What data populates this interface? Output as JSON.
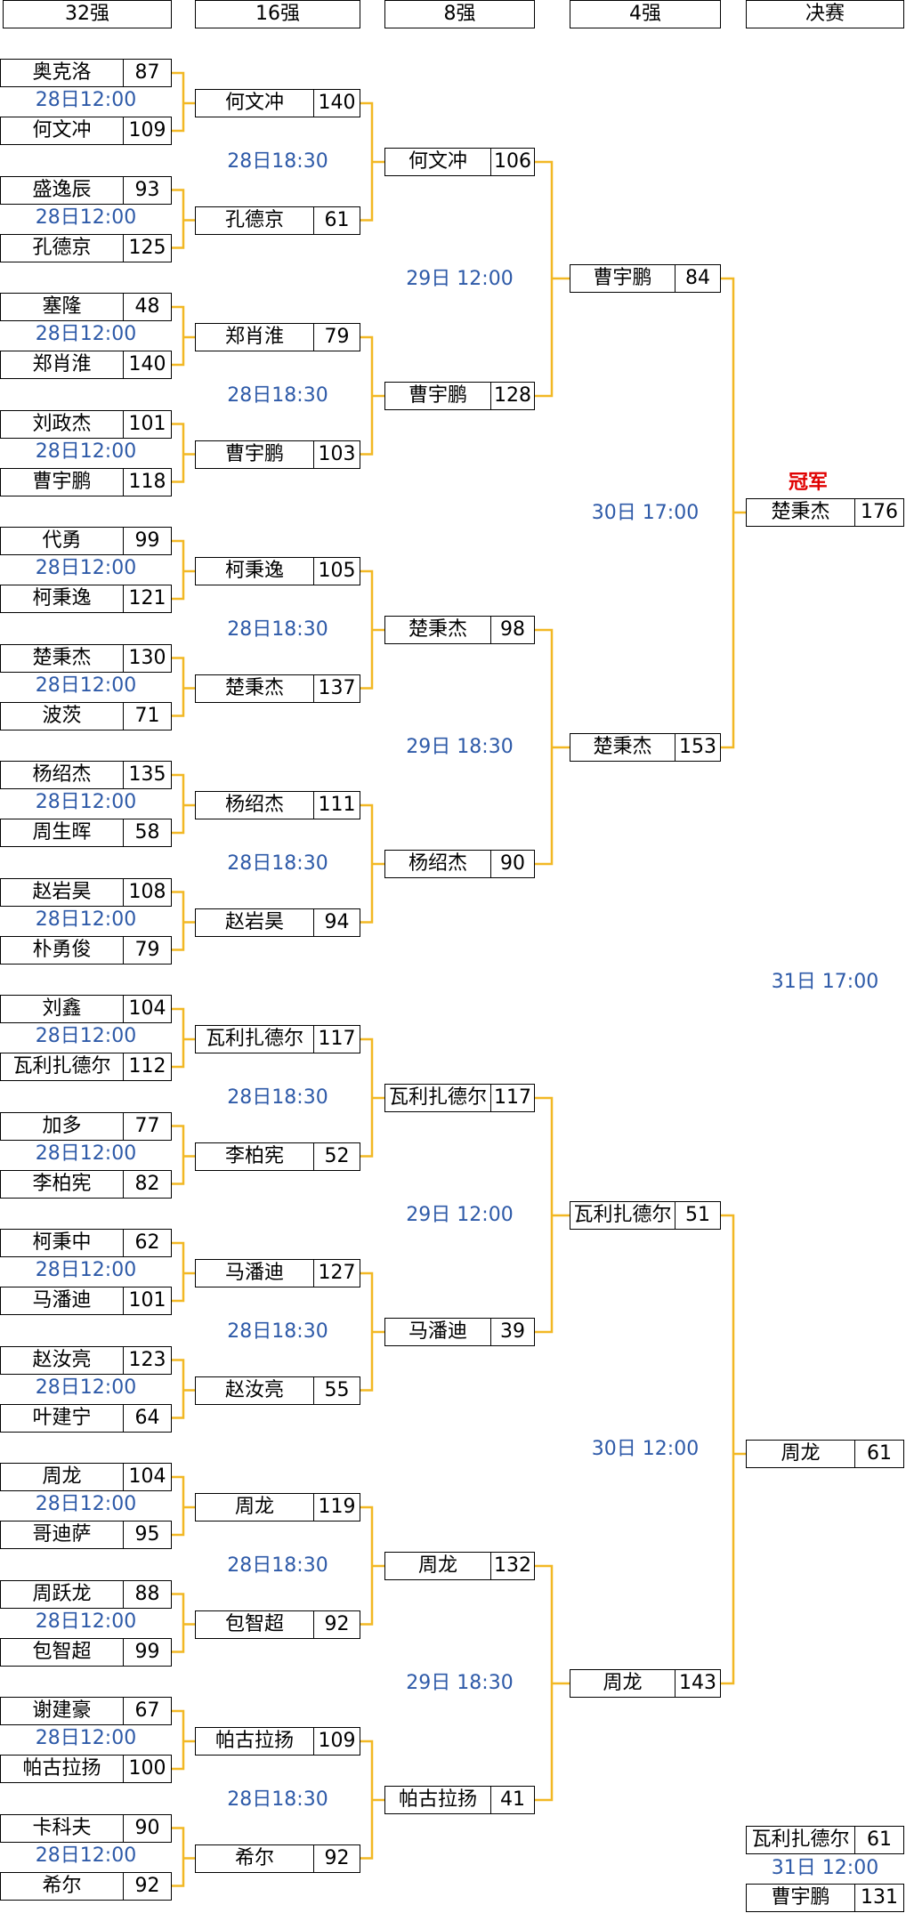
{
  "rounds": [
    "32强",
    "16强",
    "8强",
    "4强",
    "决赛"
  ],
  "champion_label": "冠军",
  "r32": [
    {
      "top": {
        "name": "奥克洛",
        "score": "87"
      },
      "time": "28日12:00",
      "bottom": {
        "name": "何文冲",
        "score": "109"
      }
    },
    {
      "top": {
        "name": "盛逸辰",
        "score": "93"
      },
      "time": "28日12:00",
      "bottom": {
        "name": "孔德京",
        "score": "125"
      }
    },
    {
      "top": {
        "name": "塞隆",
        "score": "48"
      },
      "time": "28日12:00",
      "bottom": {
        "name": "郑肖淮",
        "score": "140"
      }
    },
    {
      "top": {
        "name": "刘政杰",
        "score": "101"
      },
      "time": "28日12:00",
      "bottom": {
        "name": "曹宇鹏",
        "score": "118"
      }
    },
    {
      "top": {
        "name": "代勇",
        "score": "99"
      },
      "time": "28日12:00",
      "bottom": {
        "name": "柯秉逸",
        "score": "121"
      }
    },
    {
      "top": {
        "name": "楚秉杰",
        "score": "130"
      },
      "time": "28日12:00",
      "bottom": {
        "name": "波茨",
        "score": "71"
      }
    },
    {
      "top": {
        "name": "杨绍杰",
        "score": "135"
      },
      "time": "28日12:00",
      "bottom": {
        "name": "周生晖",
        "score": "58"
      }
    },
    {
      "top": {
        "name": "赵岩昊",
        "score": "108"
      },
      "time": "28日12:00",
      "bottom": {
        "name": "朴勇俊",
        "score": "79"
      }
    },
    {
      "top": {
        "name": "刘鑫",
        "score": "104"
      },
      "time": "28日12:00",
      "bottom": {
        "name": "瓦利扎德尔",
        "score": "112"
      }
    },
    {
      "top": {
        "name": "加多",
        "score": "77"
      },
      "time": "28日12:00",
      "bottom": {
        "name": "李柏宪",
        "score": "82"
      }
    },
    {
      "top": {
        "name": "柯秉中",
        "score": "62"
      },
      "time": "28日12:00",
      "bottom": {
        "name": "马潘迪",
        "score": "101"
      }
    },
    {
      "top": {
        "name": "赵汝亮",
        "score": "123"
      },
      "time": "28日12:00",
      "bottom": {
        "name": "叶建宁",
        "score": "64"
      }
    },
    {
      "top": {
        "name": "周龙",
        "score": "104"
      },
      "time": "28日12:00",
      "bottom": {
        "name": "哥迪萨",
        "score": "95"
      }
    },
    {
      "top": {
        "name": "周跃龙",
        "score": "88"
      },
      "time": "28日12:00",
      "bottom": {
        "name": "包智超",
        "score": "99"
      }
    },
    {
      "top": {
        "name": "谢建豪",
        "score": "67"
      },
      "time": "28日12:00",
      "bottom": {
        "name": "帕古拉扬",
        "score": "100"
      }
    },
    {
      "top": {
        "name": "卡科夫",
        "score": "90"
      },
      "time": "28日12:00",
      "bottom": {
        "name": "希尔",
        "score": "92"
      }
    }
  ],
  "r16": [
    {
      "top": {
        "name": "何文冲",
        "score": "140"
      },
      "time": "28日18:30",
      "bottom": {
        "name": "孔德京",
        "score": "61"
      }
    },
    {
      "top": {
        "name": "郑肖淮",
        "score": "79"
      },
      "time": "28日18:30",
      "bottom": {
        "name": "曹宇鹏",
        "score": "103"
      }
    },
    {
      "top": {
        "name": "柯秉逸",
        "score": "105"
      },
      "time": "28日18:30",
      "bottom": {
        "name": "楚秉杰",
        "score": "137"
      }
    },
    {
      "top": {
        "name": "杨绍杰",
        "score": "111"
      },
      "time": "28日18:30",
      "bottom": {
        "name": "赵岩昊",
        "score": "94"
      }
    },
    {
      "top": {
        "name": "瓦利扎德尔",
        "score": "117"
      },
      "time": "28日18:30",
      "bottom": {
        "name": "李柏宪",
        "score": "52"
      }
    },
    {
      "top": {
        "name": "马潘迪",
        "score": "127"
      },
      "time": "28日18:30",
      "bottom": {
        "name": "赵汝亮",
        "score": "55"
      }
    },
    {
      "top": {
        "name": "周龙",
        "score": "119"
      },
      "time": "28日18:30",
      "bottom": {
        "name": "包智超",
        "score": "92"
      }
    },
    {
      "top": {
        "name": "帕古拉扬",
        "score": "109"
      },
      "time": "28日18:30",
      "bottom": {
        "name": "希尔",
        "score": "92"
      }
    }
  ],
  "r8": [
    {
      "top": {
        "name": "何文冲",
        "score": "106"
      },
      "time": "29日 12:00",
      "bottom": {
        "name": "曹宇鹏",
        "score": "128"
      }
    },
    {
      "top": {
        "name": "楚秉杰",
        "score": "98"
      },
      "time": "29日 18:30",
      "bottom": {
        "name": "杨绍杰",
        "score": "90"
      }
    },
    {
      "top": {
        "name": "瓦利扎德尔",
        "score": "117"
      },
      "time": "29日 12:00",
      "bottom": {
        "name": "马潘迪",
        "score": "39"
      }
    },
    {
      "top": {
        "name": "周龙",
        "score": "132"
      },
      "time": "29日 18:30",
      "bottom": {
        "name": "帕古拉扬",
        "score": "41"
      }
    }
  ],
  "r4": [
    {
      "top": {
        "name": "曹宇鹏",
        "score": "84"
      },
      "time": "30日 17:00",
      "bottom": {
        "name": "楚秉杰",
        "score": "153"
      }
    },
    {
      "top": {
        "name": "瓦利扎德尔",
        "score": "51"
      },
      "time": "30日 12:00",
      "bottom": {
        "name": "周龙",
        "score": "143"
      }
    }
  ],
  "final": {
    "top": {
      "name": "楚秉杰",
      "score": "176"
    },
    "time": "31日 17:00",
    "bottom": {
      "name": "周龙",
      "score": "61"
    }
  },
  "third_place": {
    "top": {
      "name": "瓦利扎德尔",
      "score": "61"
    },
    "time": "31日 12:00",
    "bottom": {
      "name": "曹宇鹏",
      "score": "131"
    }
  },
  "colors": {
    "connector": "#f2b824",
    "time": "#2e5aa8",
    "champion": "#e00000"
  }
}
